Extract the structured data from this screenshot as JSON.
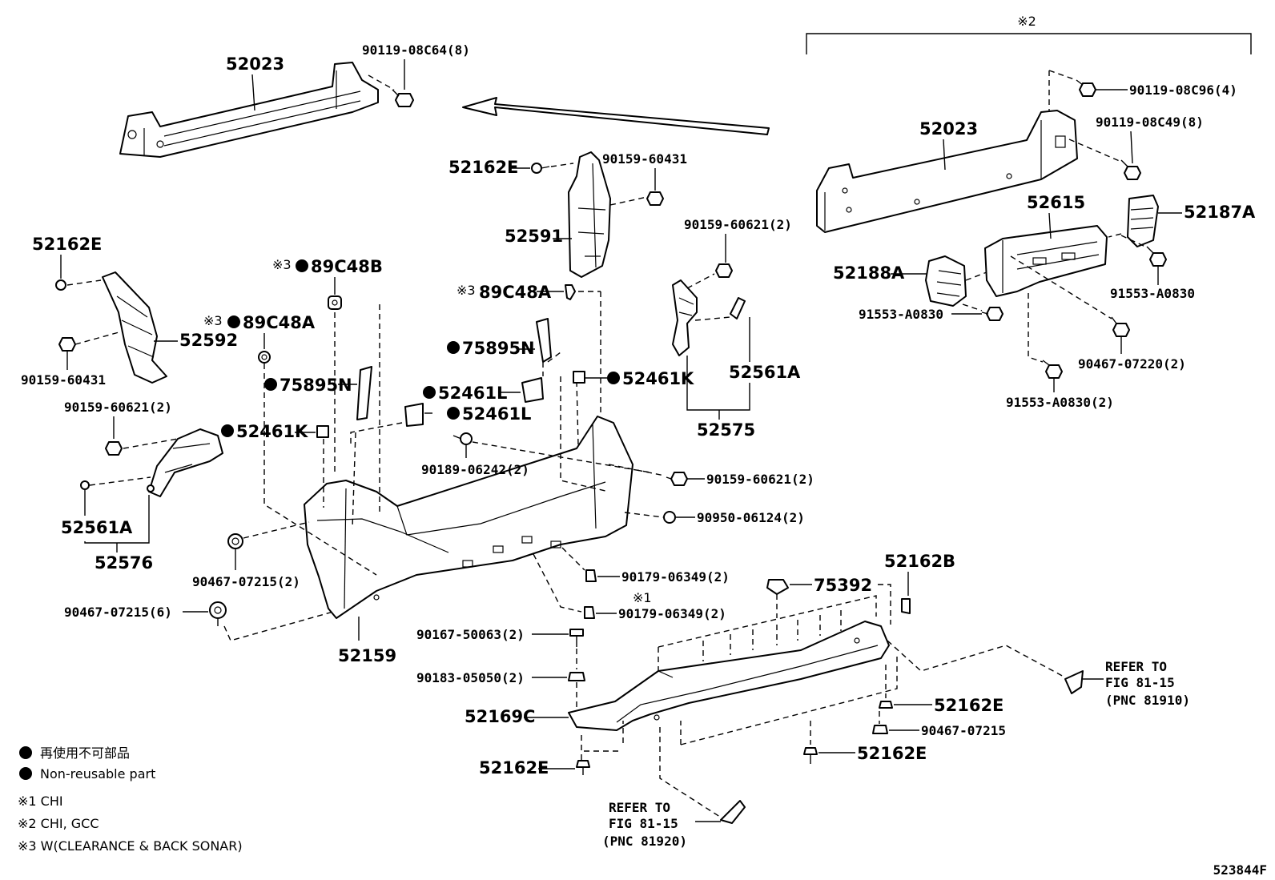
{
  "diagram_id": "523844F",
  "sections": {
    "s2": "※2"
  },
  "labels": {
    "beam_left": "52023",
    "bolt_8c64": "90119-08C64(8)",
    "beam_right": "52023",
    "bolt_8c96": "90119-08C96(4)",
    "bolt_8c49": "90119-08C49(8)",
    "p52615": "52615",
    "p52187a": "52187A",
    "p52188a": "52188A",
    "bolt_91553_a": "91553-A0830",
    "bolt_91553_b": "91553-A0830",
    "bolt_91553_2": "91553-A0830(2)",
    "nut_90467_07220": "90467-07220(2)",
    "clip_52162e_top": "52162E",
    "bolt_90159_60431_top": "90159-60431",
    "p52591": "52591",
    "bolt_90159_60621_r": "90159-60621(2)",
    "p52162e_left": "52162E",
    "p52592": "52592",
    "bolt_90159_60431_l": "90159-60431",
    "p89c48b": "89C48B",
    "p89c48a_l": "89C48A",
    "p89c48a_c": "89C48A",
    "p75895n_c": "75895N",
    "p75895n_l": "75895N",
    "p52461l_a": "52461L",
    "p52461l_b": "52461L",
    "p52461k_r": "52461K",
    "p52461k_l": "52461K",
    "p52561a_r": "52561A",
    "p52575": "52575",
    "bolt_90159_60621_l": "90159-60621(2)",
    "p52561a_l": "52561A",
    "p52576": "52576",
    "bolt_90189": "90189-06242(2)",
    "bolt_90159_60621_c": "90159-60621(2)",
    "ring_90950": "90950-06124(2)",
    "nut_90467_07215_2": "90467-07215(2)",
    "nut_90467_07215_6": "90467-07215(6)",
    "clip_90179_a": "90179-06349(2)",
    "clip_90179_b": "90179-06349(2)",
    "mark1": "※1",
    "p52159": "52159",
    "p75392": "75392",
    "p52162b": "52162B",
    "screw_90167": "90167-50063(2)",
    "nut_90183": "90183-05050(2)",
    "p52169c": "52169C",
    "p52162e_bot": "52162E",
    "p52162e_r1": "52162E",
    "nut_90467_07215": "90467-07215",
    "p52162e_r2": "52162E",
    "ref1_a": "REFER TO",
    "ref1_b": "FIG 81-15",
    "ref1_c": "(PNC 81910)",
    "ref2_a": "REFER TO",
    "ref2_b": "FIG 81-15",
    "ref2_c": "(PNC 81920)",
    "sup3": "※3"
  },
  "legend": {
    "jp": "再使用不可部品",
    "en": "Non-reusable part",
    "n1": "※1  CHI",
    "n2": "※2  CHI, GCC",
    "n3": "※3  W(CLEARANCE & BACK SONAR)"
  }
}
